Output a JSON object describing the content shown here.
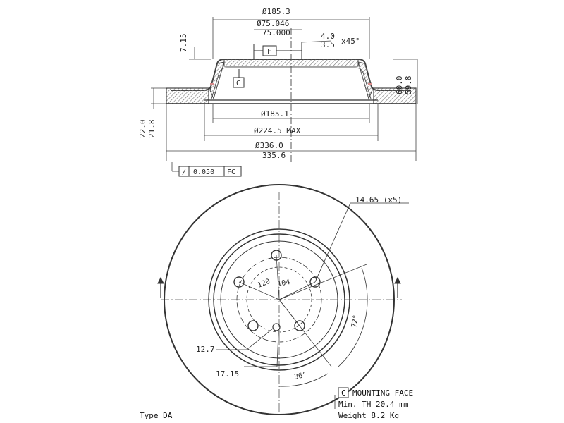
{
  "dims": {
    "top_od": "Ø185.3",
    "bore_max": "Ø75.046",
    "bore_min": "75.000",
    "chamfer_a": "4.0",
    "chamfer_b": "3.5",
    "chamfer_angle": "x45°",
    "hat_depth": "7.15",
    "height_max": "60.0",
    "height_min": "59.8",
    "inner_dia": "Ø185.1",
    "max_dia": "Ø224.5 MAX",
    "outer_max": "Ø336.0",
    "outer_min": "335.6",
    "thick_max": "22.0",
    "thick_min": "21.8",
    "runout_value": "0.050",
    "runout_ref": "FC",
    "runout_symbol": "/",
    "datum_f": "F",
    "datum_c": "C",
    "bolt_hole": "14.65 (x5)",
    "pcd": "120",
    "center": "104",
    "angle_72": "72°",
    "angle_36": "36°",
    "pilot": "12.7",
    "pilot_offset": "17.15"
  },
  "notes": {
    "datum": "C",
    "mounting_face": "MOUNTING FACE",
    "min_th": "Min. TH 20.4 mm",
    "weight": "Weight 8.2 Kg",
    "type": "Type DA"
  },
  "colors": {
    "line": "#333333",
    "section": "#555555",
    "hatch": "#888888",
    "pink": "#d88a8a"
  }
}
